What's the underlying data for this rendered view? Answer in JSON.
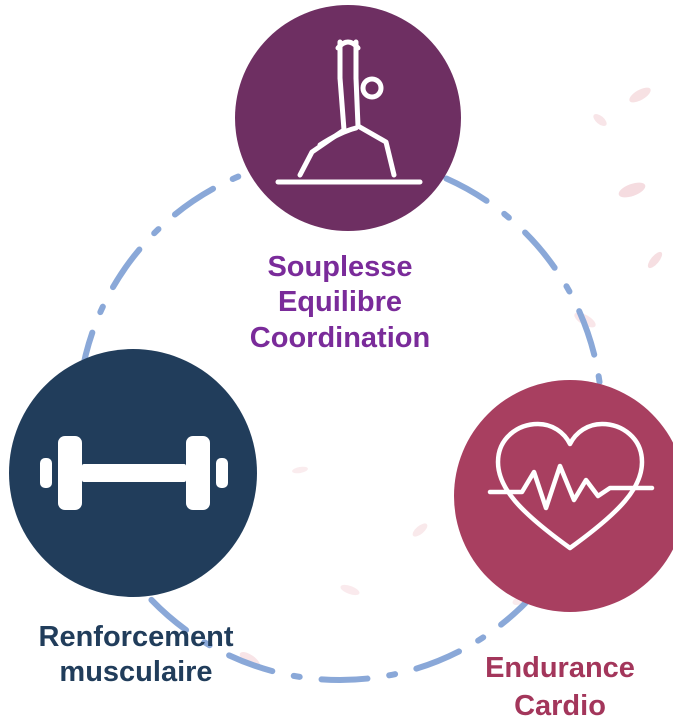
{
  "colors": {
    "ring": "#8aa8d8",
    "flexibility": "#6e2f62",
    "strength": "#213d5b",
    "endurance": "#a83f60",
    "flexibility_text": "#7a2b9a",
    "strength_text": "#213d5b",
    "endurance_text": "#a3365b"
  },
  "nodes": {
    "flexibility": {
      "icon": "yoga-pose-icon",
      "lines": [
        "Souplesse",
        "Equilibre",
        "Coordination"
      ]
    },
    "strength": {
      "icon": "dumbbell-icon",
      "lines": [
        "Renforcement",
        "musculaire"
      ]
    },
    "endurance": {
      "icon": "heart-pulse-icon",
      "lines": [
        "Endurance",
        "Cardio"
      ]
    }
  }
}
